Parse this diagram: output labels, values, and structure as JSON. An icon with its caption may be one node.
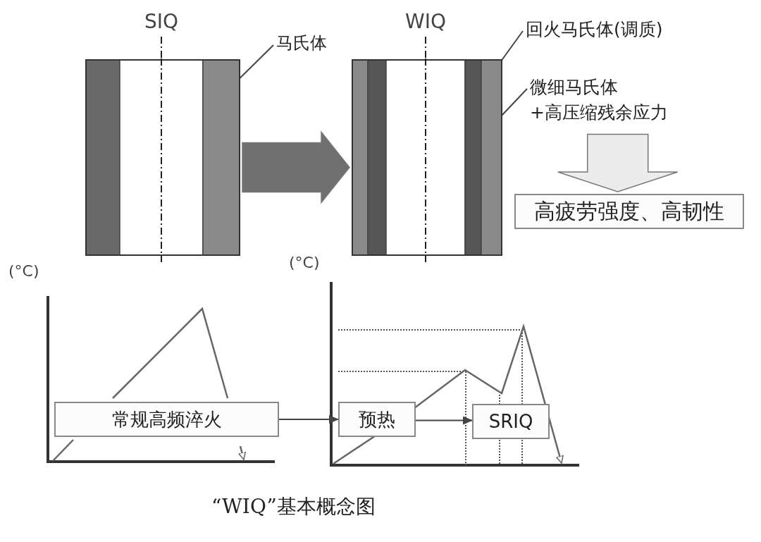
{
  "diagram": {
    "caption": "“WIQ”基本概念图",
    "nodes": [
      {
        "text": [
          "SIQ"
        ]
      },
      {
        "text": [
          "WIQ"
        ]
      },
      {
        "text": [
          "马氏体"
        ]
      },
      {
        "text": [
          "回火马氏体(调质)"
        ]
      },
      {
        "text": [
          "微细马氏体 +高压缩残余应力"
        ]
      },
      {
        "text": [
          "高疲劳强度、高韧性"
        ]
      },
      {
        "text": [
          "常规高频淬火"
        ]
      },
      {
        "text": [
          "预热"
        ]
      },
      {
        "text": [
          "SRIQ"
        ]
      }
    ],
    "edges": [
      {
        "from": 0,
        "to": 1,
        "arrow": "to",
        "style": "thick",
        "color": "#707070"
      },
      {
        "from": 2,
        "to": 0,
        "arrow": "none"
      },
      {
        "from": 3,
        "to": 1,
        "arrow": "none"
      },
      {
        "from": 4,
        "to": 1,
        "arrow": "none"
      },
      {
        "from": 4,
        "to": 5,
        "arrow": "to",
        "style": "thick",
        "color": "#ececec"
      },
      {
        "from": 6,
        "to": 7,
        "arrow": "to"
      },
      {
        "from": 7,
        "to": 8,
        "arrow": "to"
      }
    ],
    "labels": [
      "(°C)",
      "(°C)"
    ]
  }
}
